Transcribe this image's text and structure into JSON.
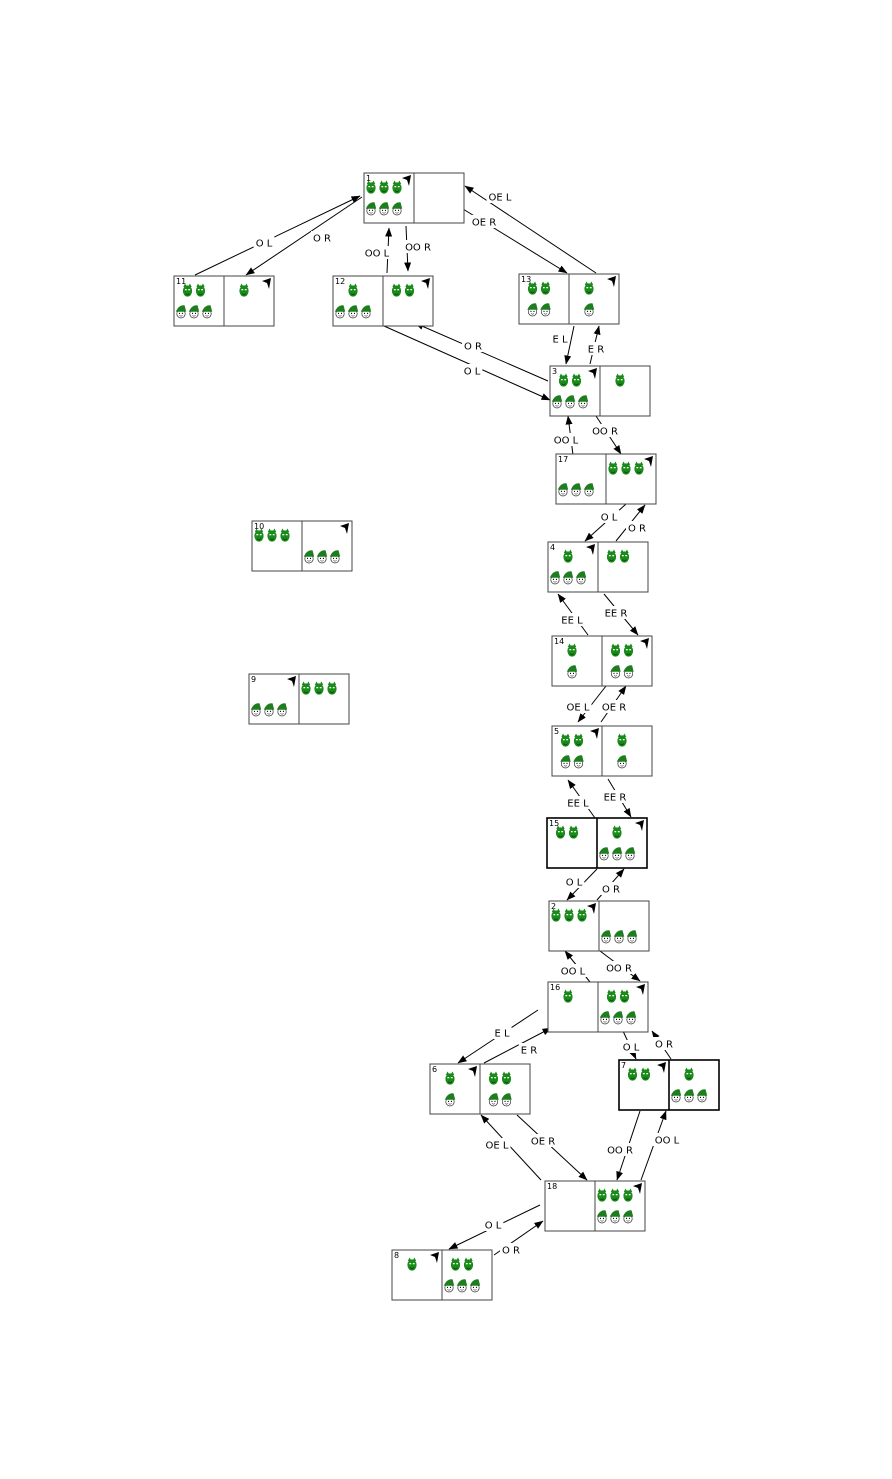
{
  "colors": {
    "orc": "#1a8a1a",
    "hat": "#1e7d1e",
    "ink": "#000000",
    "frame": "#444444"
  },
  "icons": {
    "orc": "orc-icon",
    "elf": "elf-icon",
    "boat": "boat-icon"
  },
  "states": [
    {
      "id": "1",
      "left": {
        "orcs": 3,
        "elves": 3
      },
      "right": {
        "orcs": 0,
        "elves": 0
      },
      "boat": "left",
      "bold": false
    },
    {
      "id": "2",
      "left": {
        "orcs": 3,
        "elves": 0
      },
      "right": {
        "orcs": 0,
        "elves": 3
      },
      "boat": "left",
      "bold": false
    },
    {
      "id": "3",
      "left": {
        "orcs": 2,
        "elves": 3
      },
      "right": {
        "orcs": 1,
        "elves": 0
      },
      "boat": "left",
      "bold": false
    },
    {
      "id": "4",
      "left": {
        "orcs": 1,
        "elves": 3
      },
      "right": {
        "orcs": 2,
        "elves": 0
      },
      "boat": "left",
      "bold": false
    },
    {
      "id": "5",
      "left": {
        "orcs": 2,
        "elves": 2
      },
      "right": {
        "orcs": 1,
        "elves": 1
      },
      "boat": "left",
      "bold": false
    },
    {
      "id": "6",
      "left": {
        "orcs": 1,
        "elves": 1
      },
      "right": {
        "orcs": 2,
        "elves": 2
      },
      "boat": "left",
      "bold": false
    },
    {
      "id": "7",
      "left": {
        "orcs": 2,
        "elves": 0
      },
      "right": {
        "orcs": 1,
        "elves": 3
      },
      "boat": "left",
      "bold": true
    },
    {
      "id": "8",
      "left": {
        "orcs": 1,
        "elves": 0
      },
      "right": {
        "orcs": 2,
        "elves": 3
      },
      "boat": "left",
      "bold": false
    },
    {
      "id": "9",
      "left": {
        "orcs": 0,
        "elves": 3
      },
      "right": {
        "orcs": 3,
        "elves": 0
      },
      "boat": "left",
      "bold": false
    },
    {
      "id": "10",
      "left": {
        "orcs": 3,
        "elves": 0
      },
      "right": {
        "orcs": 0,
        "elves": 3
      },
      "boat": "right",
      "bold": false
    },
    {
      "id": "11",
      "left": {
        "orcs": 2,
        "elves": 3
      },
      "right": {
        "orcs": 1,
        "elves": 0
      },
      "boat": "right",
      "bold": false
    },
    {
      "id": "12",
      "left": {
        "orcs": 1,
        "elves": 3
      },
      "right": {
        "orcs": 2,
        "elves": 0
      },
      "boat": "right",
      "bold": false
    },
    {
      "id": "13",
      "left": {
        "orcs": 2,
        "elves": 2
      },
      "right": {
        "orcs": 1,
        "elves": 1
      },
      "boat": "right",
      "bold": false
    },
    {
      "id": "14",
      "left": {
        "orcs": 1,
        "elves": 1
      },
      "right": {
        "orcs": 2,
        "elves": 2
      },
      "boat": "right",
      "bold": false
    },
    {
      "id": "15",
      "left": {
        "orcs": 2,
        "elves": 0
      },
      "right": {
        "orcs": 1,
        "elves": 3
      },
      "boat": "right",
      "bold": true
    },
    {
      "id": "16",
      "left": {
        "orcs": 1,
        "elves": 0
      },
      "right": {
        "orcs": 2,
        "elves": 3
      },
      "boat": "right",
      "bold": false
    },
    {
      "id": "17",
      "left": {
        "orcs": 0,
        "elves": 3
      },
      "right": {
        "orcs": 3,
        "elves": 0
      },
      "boat": "right",
      "bold": false
    },
    {
      "id": "18",
      "left": {
        "orcs": 0,
        "elves": 0
      },
      "right": {
        "orcs": 3,
        "elves": 3
      },
      "boat": "right",
      "bold": false
    }
  ],
  "edges": [
    {
      "from": "1",
      "to": "11",
      "label": "O R"
    },
    {
      "from": "11",
      "to": "1",
      "label": "O L"
    },
    {
      "from": "1",
      "to": "12",
      "label": "OO R"
    },
    {
      "from": "12",
      "to": "1",
      "label": "OO L"
    },
    {
      "from": "1",
      "to": "13",
      "label": "OE R"
    },
    {
      "from": "13",
      "to": "1",
      "label": "OE L"
    },
    {
      "from": "3",
      "to": "12",
      "label": "O R"
    },
    {
      "from": "12",
      "to": "3",
      "label": "O L"
    },
    {
      "from": "13",
      "to": "3",
      "label": "E L"
    },
    {
      "from": "3",
      "to": "13",
      "label": "E R"
    },
    {
      "from": "17",
      "to": "3",
      "label": "OO L"
    },
    {
      "from": "3",
      "to": "17",
      "label": "OO R"
    },
    {
      "from": "17",
      "to": "4",
      "label": "O L"
    },
    {
      "from": "4",
      "to": "17",
      "label": "O R"
    },
    {
      "from": "14",
      "to": "4",
      "label": "EE L"
    },
    {
      "from": "4",
      "to": "14",
      "label": "EE R"
    },
    {
      "from": "14",
      "to": "5",
      "label": "OE L"
    },
    {
      "from": "5",
      "to": "14",
      "label": "OE R"
    },
    {
      "from": "15",
      "to": "5",
      "label": "EE L"
    },
    {
      "from": "5",
      "to": "15",
      "label": "EE R"
    },
    {
      "from": "15",
      "to": "2",
      "label": "O L"
    },
    {
      "from": "2",
      "to": "15",
      "label": "O R"
    },
    {
      "from": "16",
      "to": "2",
      "label": "OO L"
    },
    {
      "from": "2",
      "to": "16",
      "label": "OO R"
    },
    {
      "from": "16",
      "to": "6",
      "label": "E L"
    },
    {
      "from": "6",
      "to": "16",
      "label": "E R"
    },
    {
      "from": "16",
      "to": "7",
      "label": "O L"
    },
    {
      "from": "7",
      "to": "16",
      "label": "O R"
    },
    {
      "from": "18",
      "to": "6",
      "label": "OE L"
    },
    {
      "from": "6",
      "to": "18",
      "label": "OE R"
    },
    {
      "from": "18",
      "to": "7",
      "label": "OO L"
    },
    {
      "from": "7",
      "to": "18",
      "label": "OO R"
    },
    {
      "from": "18",
      "to": "8",
      "label": "O L"
    },
    {
      "from": "8",
      "to": "18",
      "label": "O R"
    }
  ]
}
